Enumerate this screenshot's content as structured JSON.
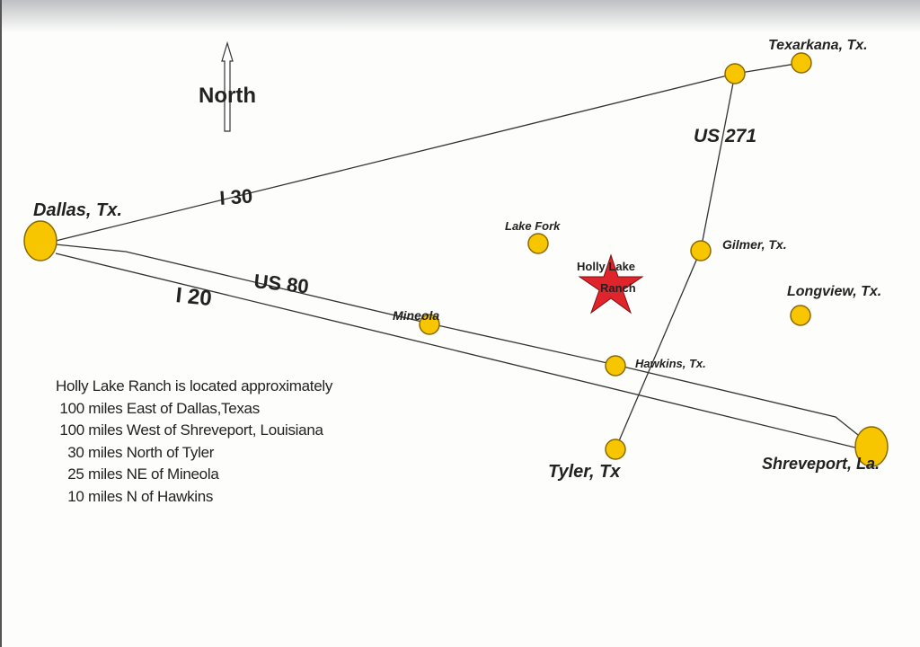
{
  "compass": {
    "label": "North"
  },
  "roads": {
    "i30": "I 30",
    "i20": "I 20",
    "us80": "US 80",
    "us271": "US 271"
  },
  "cities": {
    "dallas": "Dallas, Tx.",
    "texarkana": "Texarkana, Tx.",
    "lake_fork": "Lake Fork",
    "gilmer": "Gilmer, Tx.",
    "longview": "Longview, Tx.",
    "mineola": "Mineola",
    "hawkins": "Hawkins, Tx.",
    "tyler": "Tyler, Tx",
    "shreveport": "Shreveport, La."
  },
  "destination": {
    "line1": "Holly Lake",
    "line2": "Ranch"
  },
  "info": {
    "title": "Holly Lake Ranch is located approximately",
    "lines": [
      " 100 miles East of Dallas,Texas",
      " 100 miles West of Shreveport, Louisiana",
      "   30 miles North of Tyler",
      "   25 miles NE of Mineola",
      "   10 miles N of Hawkins"
    ]
  },
  "colors": {
    "city_fill": "#f7c600",
    "star_fill": "#e0242c",
    "line": "#333333"
  }
}
